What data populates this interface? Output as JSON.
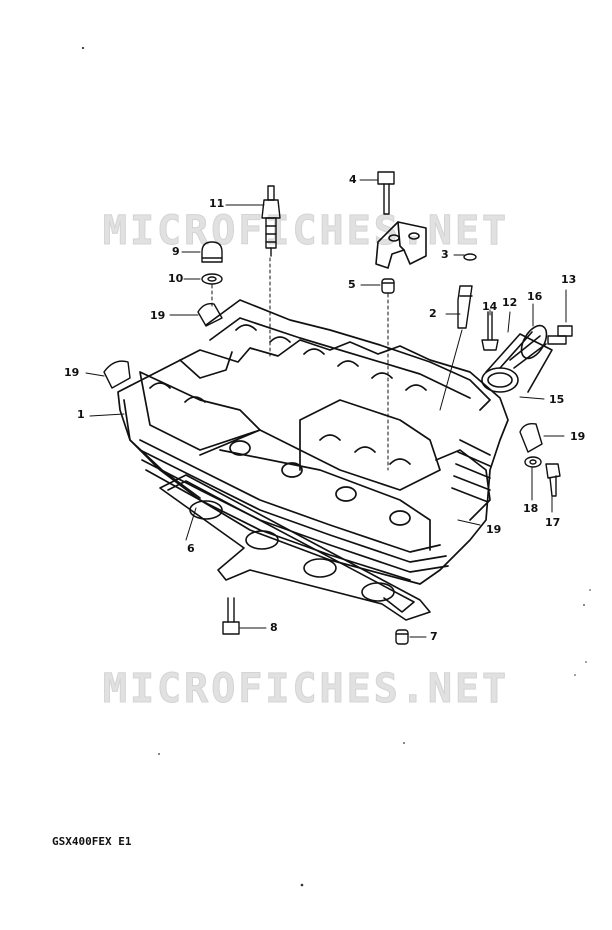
{
  "watermark": {
    "top": "MICROFICHES.NET",
    "bottom": "MICROFICHES.NET"
  },
  "model_code": "GSX400FEX E1",
  "callouts": {
    "c1": "1",
    "c2": "2",
    "c3": "3",
    "c4": "4",
    "c5": "5",
    "c6": "6",
    "c7": "7",
    "c8": "8",
    "c9": "9",
    "c10": "10",
    "c11": "11",
    "c12": "12",
    "c13": "13",
    "c14": "14",
    "c15": "15",
    "c16": "16",
    "c17": "17",
    "c18": "18",
    "c19a": "19",
    "c19b": "19",
    "c19c": "19",
    "c19d": "19"
  }
}
